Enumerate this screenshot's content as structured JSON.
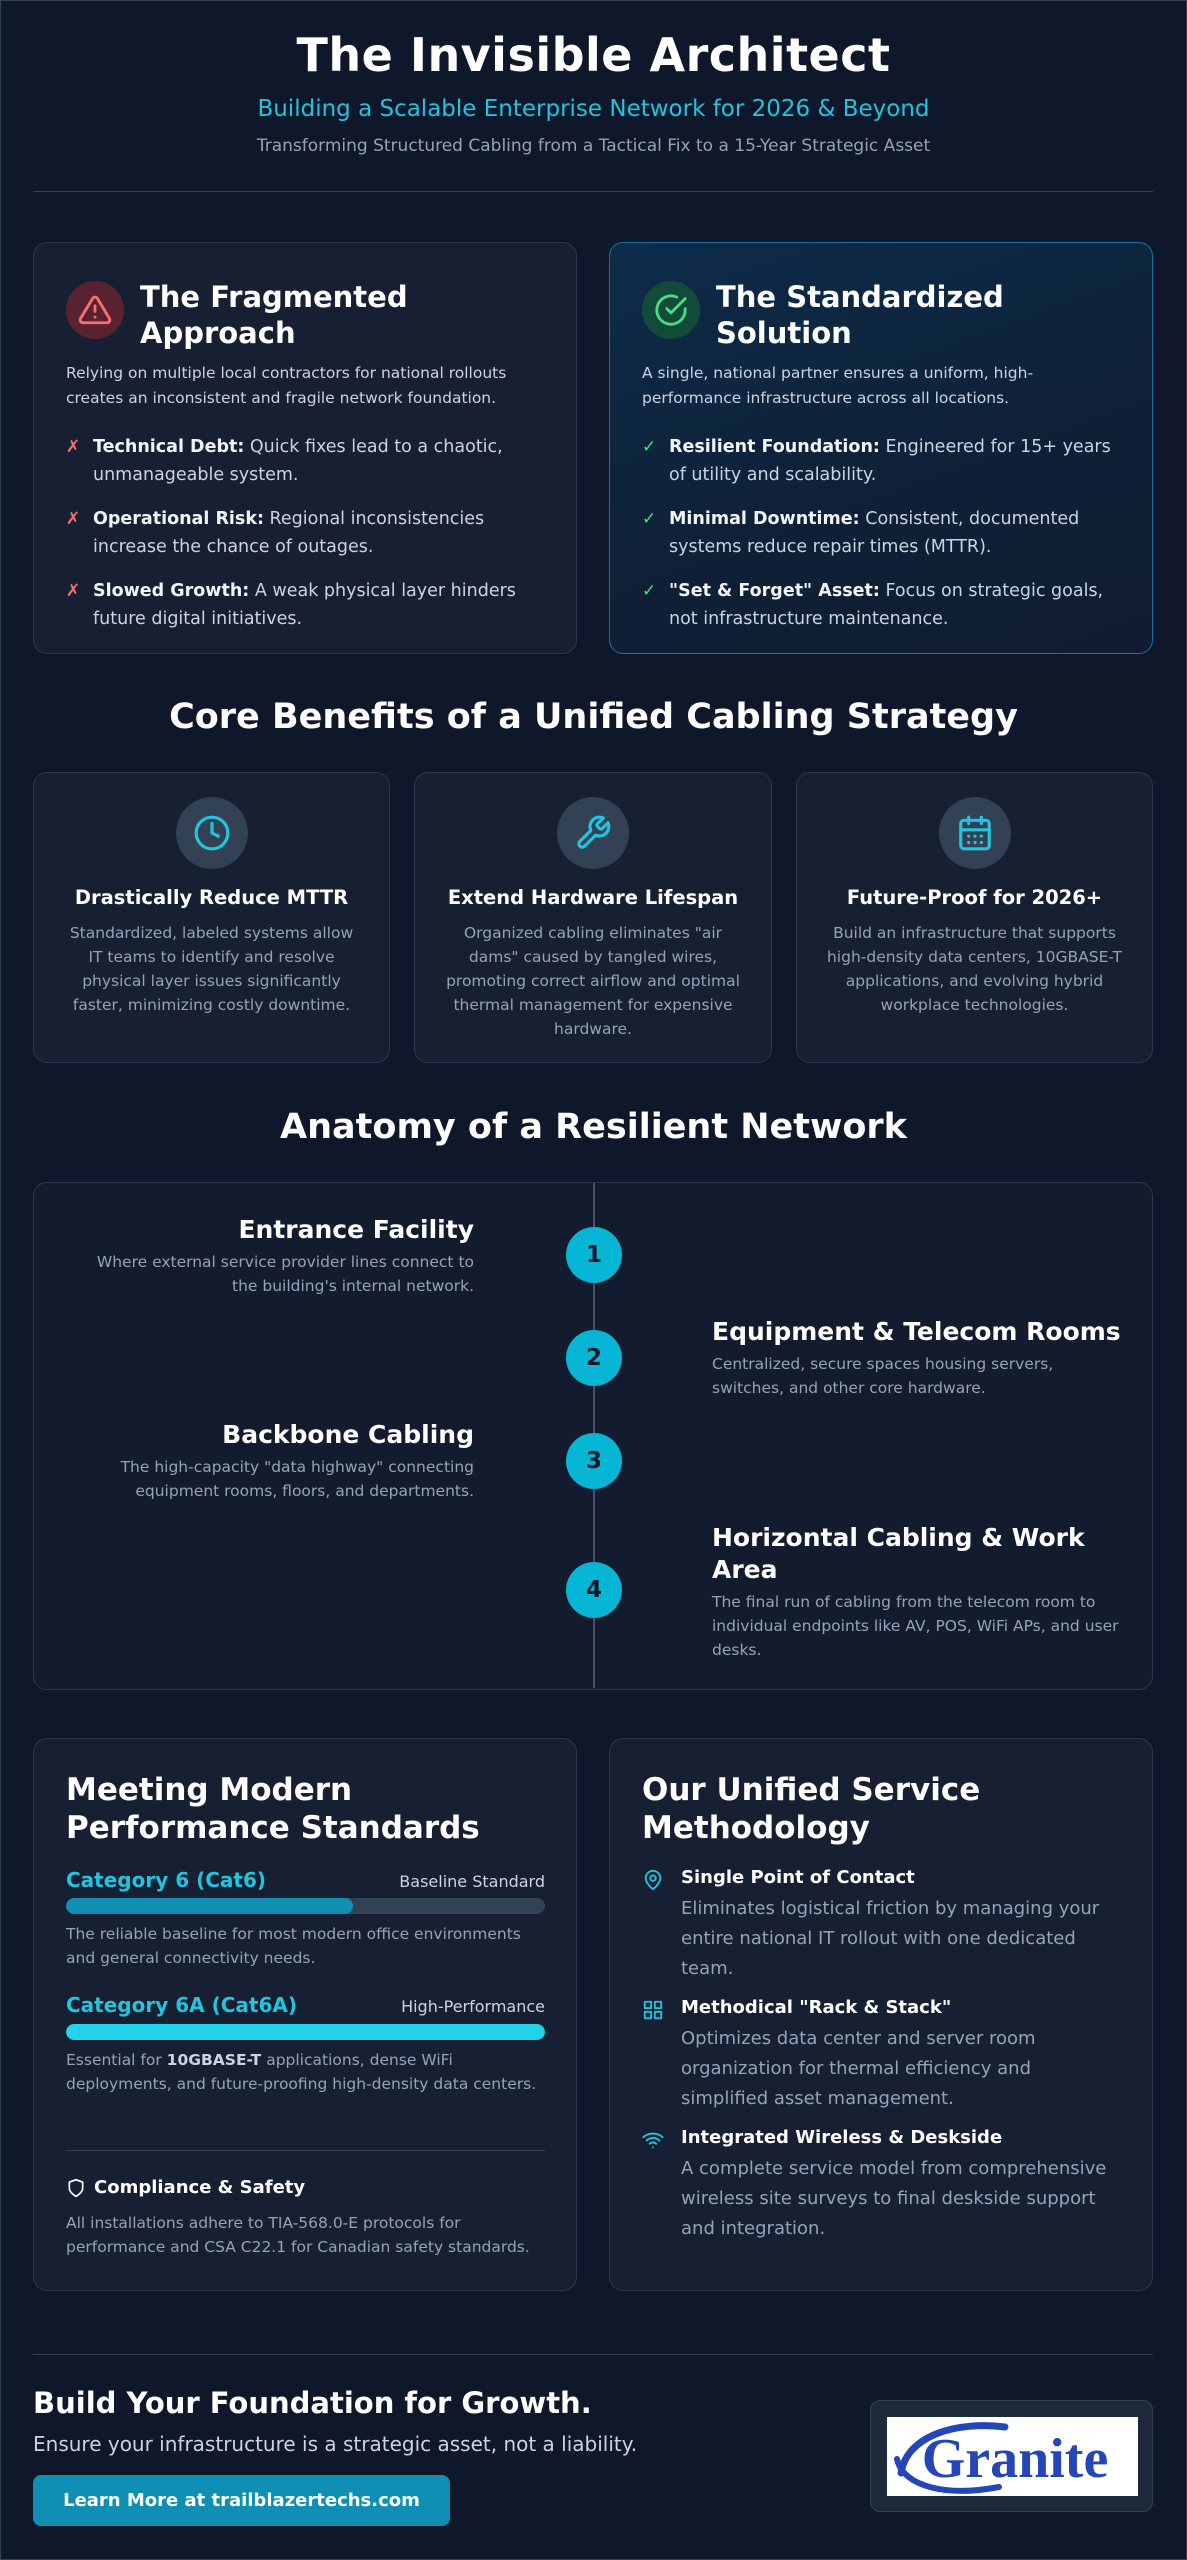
{
  "header": {
    "title": "The Invisible Architect",
    "subtitle": "Building a Scalable Enterprise Network for 2026 & Beyond",
    "tagline": "Transforming Structured Cabling from a Tactical Fix to a 15-Year Strategic Asset"
  },
  "fragmented": {
    "icon": "warning-triangle-icon",
    "title": "The Fragmented Approach",
    "lead": "Relying on multiple local contractors for national rollouts creates an inconsistent and fragile network foundation.",
    "items": [
      {
        "label": "Technical Debt:",
        "text": " Quick fixes lead to a chaotic, unmanageable system."
      },
      {
        "label": "Operational Risk:",
        "text": " Regional inconsistencies increase the chance of outages."
      },
      {
        "label": "Slowed Growth:",
        "text": " A weak physical layer hinders future digital initiatives."
      }
    ],
    "marker": "✗"
  },
  "standardized": {
    "icon": "check-circle-icon",
    "title": "The Standardized Solution",
    "lead": "A single, national partner ensures a uniform, high-performance infrastructure across all locations.",
    "items": [
      {
        "label": "Resilient Foundation:",
        "text": " Engineered for 15+ years of utility and scalability."
      },
      {
        "label": "Minimal Downtime:",
        "text": " Consistent, documented systems reduce repair times (MTTR)."
      },
      {
        "label": "\"Set & Forget\" Asset:",
        "text": " Focus on strategic goals, not infrastructure maintenance."
      }
    ],
    "marker": "✓"
  },
  "benefits": {
    "title": "Core Benefits of a Unified Cabling Strategy",
    "items": [
      {
        "icon": "clock-icon",
        "title": "Drastically Reduce MTTR",
        "text": "Standardized, labeled systems allow IT teams to identify and resolve physical layer issues significantly faster, minimizing costly downtime."
      },
      {
        "icon": "wrench-icon",
        "title": "Extend Hardware Lifespan",
        "text": "Organized cabling eliminates \"air dams\" caused by tangled wires, promoting correct airflow and optimal thermal management for expensive hardware."
      },
      {
        "icon": "calendar-icon",
        "title": "Future-Proof for 2026+",
        "text": "Build an infrastructure that supports high-density data centers, 10GBASE-T applications, and evolving hybrid workplace technologies."
      }
    ]
  },
  "anatomy": {
    "title": "Anatomy of a Resilient Network",
    "steps": [
      {
        "num": "1",
        "title": "Entrance Facility",
        "text": "Where external service provider lines connect to the building's internal network."
      },
      {
        "num": "2",
        "title": "Equipment & Telecom Rooms",
        "text": "Centralized, secure spaces housing servers, switches, and other core hardware."
      },
      {
        "num": "3",
        "title": "Backbone Cabling",
        "text": "The high-capacity \"data highway\" connecting equipment rooms, floors, and departments."
      },
      {
        "num": "4",
        "title": "Horizontal Cabling & Work Area",
        "text": "The final run of cabling from the telecom room to individual endpoints like AV, POS, WiFi APs, and user desks."
      }
    ]
  },
  "standards": {
    "title": "Meeting Modern Performance Standards",
    "cat6": {
      "name": "Category 6 (Cat6)",
      "label": "Baseline Standard",
      "level": 0.6,
      "color": "#0e8fb3",
      "text": "The reliable baseline for most modern office environments and general connectivity needs."
    },
    "cat6a": {
      "name": "Category 6A (Cat6A)",
      "label": "High-Performance",
      "level": 1.0,
      "color": "#22d3ee",
      "text_pre": "Essential for ",
      "text_bold": "10GBASE-T",
      "text_post": " applications, dense WiFi deployments, and future-proofing high-density data centers."
    },
    "compliance": {
      "icon": "shield-icon",
      "title": "Compliance & Safety",
      "text": "All installations adhere to TIA-568.0-E protocols for performance and CSA C22.1 for Canadian safety standards."
    }
  },
  "methodology": {
    "title": "Our Unified Service Methodology",
    "items": [
      {
        "icon": "map-pin-icon",
        "title": "Single Point of Contact",
        "text": "Eliminates logistical friction by managing your entire national IT rollout with one dedicated team."
      },
      {
        "icon": "grid-icon",
        "title": "Methodical \"Rack & Stack\"",
        "text": "Optimizes data center and server room organization for thermal efficiency and simplified asset management."
      },
      {
        "icon": "wifi-icon",
        "title": "Integrated Wireless & Deskside",
        "text": "A complete service model from comprehensive wireless site surveys to final deskside support and integration."
      }
    ]
  },
  "footer": {
    "title": "Build Your Foundation for Growth.",
    "subtitle": "Ensure your infrastructure is a strategic asset, not a liability.",
    "cta": "Learn More at trailblazertechs.com",
    "logo_text": "Granite"
  },
  "colors": {
    "accent": "#22c4de",
    "background": "#0f172a",
    "card": "#172033",
    "danger": "#f87171",
    "success": "#4ade80"
  }
}
